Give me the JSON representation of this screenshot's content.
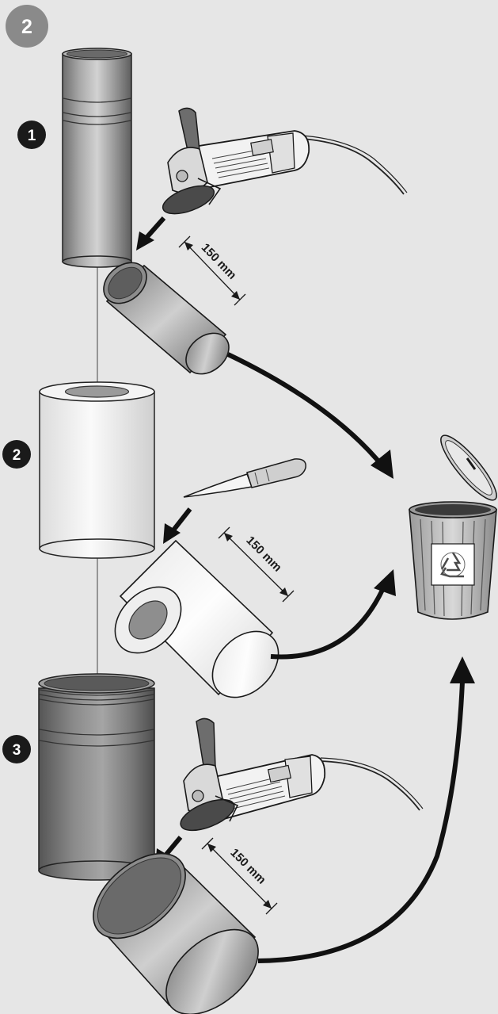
{
  "step_badge": "2",
  "steps": [
    {
      "number": "1",
      "tool": "angle grinder",
      "material": "metal pipe",
      "cut_length": "150 mm"
    },
    {
      "number": "2",
      "tool": "knife",
      "material": "insulation sleeve",
      "cut_length": "150 mm"
    },
    {
      "number": "3",
      "tool": "angle grinder",
      "material": "wide metal pipe",
      "cut_length": "150 mm"
    }
  ],
  "icons": {
    "bin": "recycle-bin-icon",
    "recycle_symbol": "recycle-icon",
    "grinder": "angle-grinder-icon",
    "knife": "utility-knife-icon"
  },
  "colors": {
    "background": "#e6e6e6",
    "badge_dark": "#1a1a1a",
    "badge_grey": "#8a8a8a",
    "arrow": "#111111"
  }
}
